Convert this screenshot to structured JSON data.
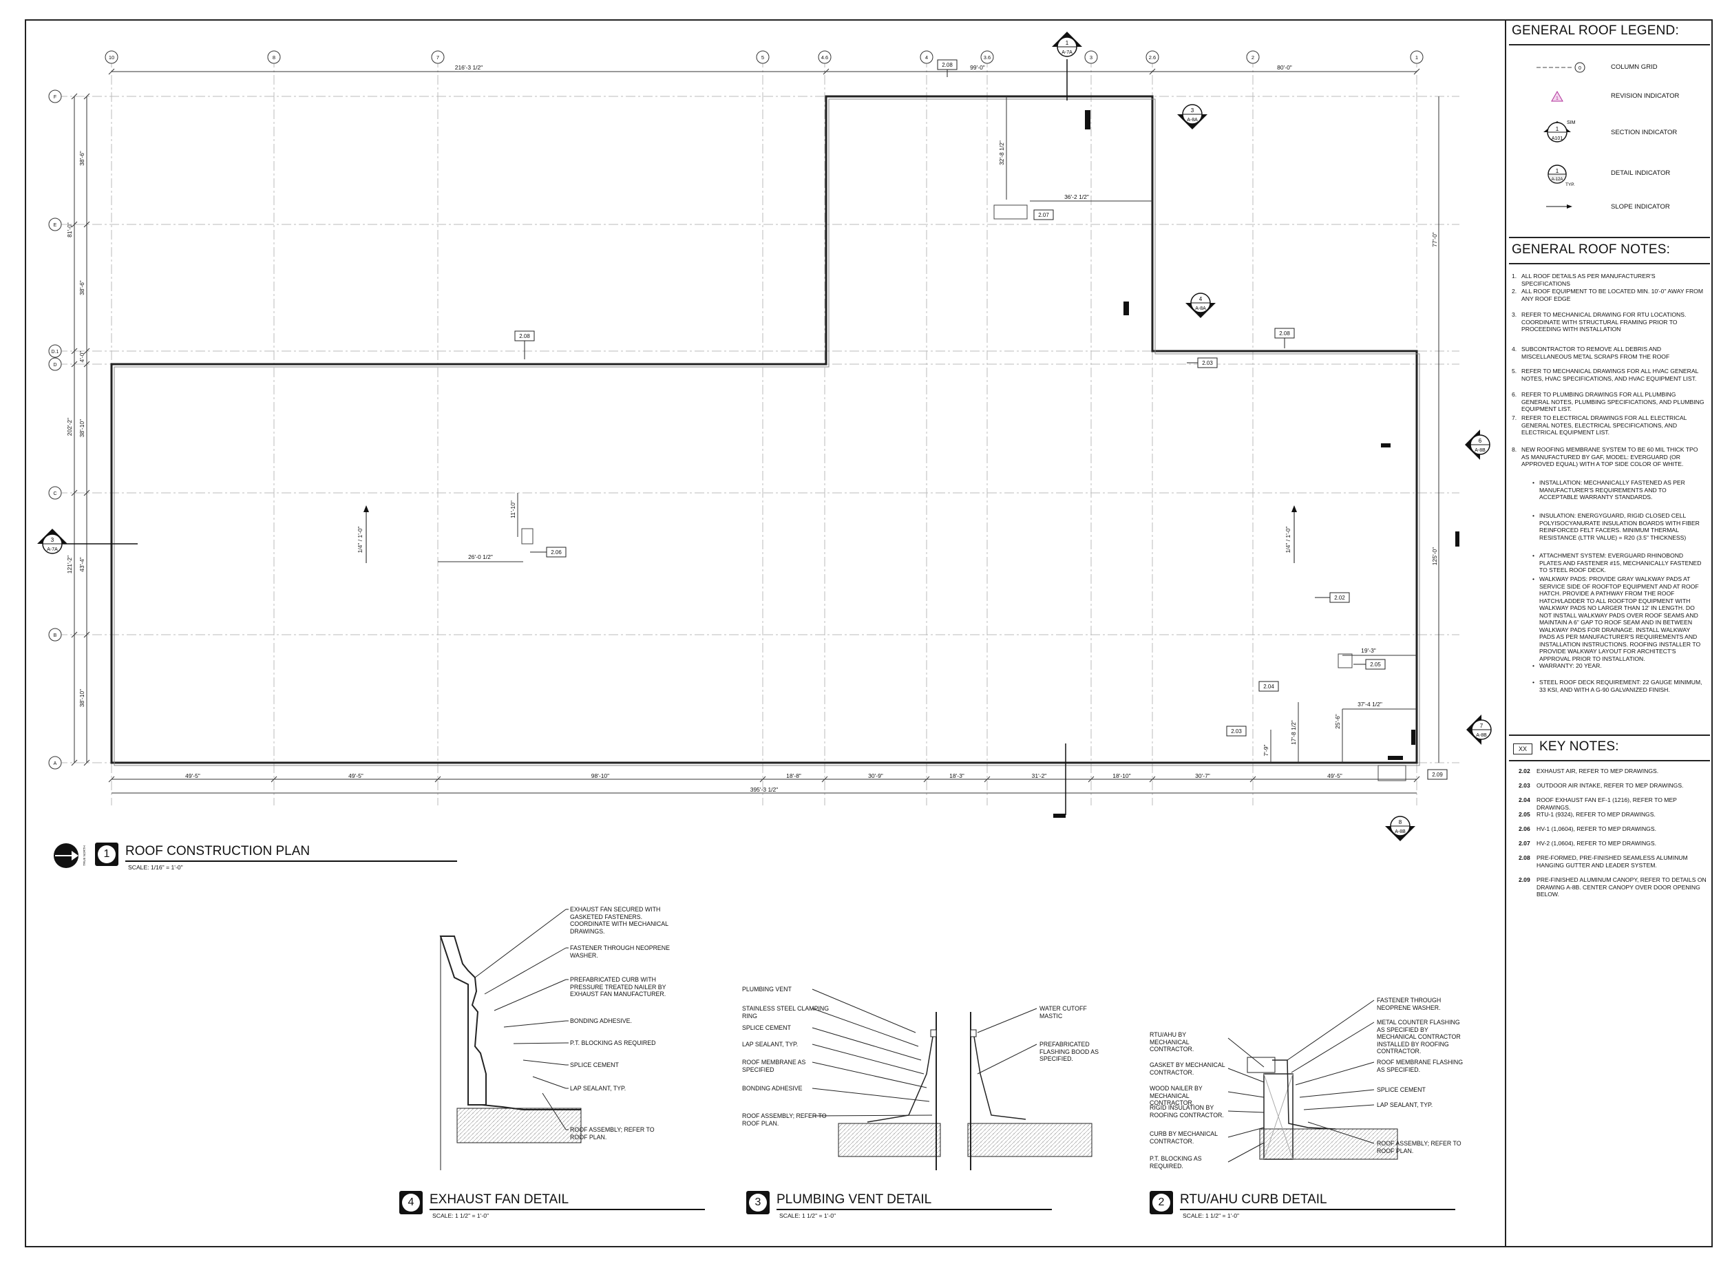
{
  "legend": {
    "title": "GENERAL ROOF LEGEND:",
    "items": [
      {
        "symbol": "column-grid",
        "label": "COLUMN GRID"
      },
      {
        "symbol": "revision",
        "label": "REVISION INDICATOR"
      },
      {
        "symbol": "section",
        "label": "SECTION INDICATOR",
        "tag_top": "SIM",
        "tag_num": "1",
        "tag_sheet": "A101"
      },
      {
        "symbol": "detail",
        "label": "DETAIL INDICATOR",
        "tag_num": "1",
        "tag_sheet": "A-12A",
        "tag_typ": "TYP."
      },
      {
        "symbol": "slope",
        "label": "SLOPE INDICATOR"
      }
    ]
  },
  "notes": {
    "title": "GENERAL ROOF NOTES:",
    "items": [
      {
        "n": "1.",
        "text": "ALL ROOF DETAILS AS PER MANUFACTURER'S SPECIFICATIONS"
      },
      {
        "n": "2.",
        "text": "ALL ROOF EQUIPMENT TO BE LOCATED MIN. 10'-0\" AWAY FROM ANY ROOF EDGE"
      },
      {
        "n": "3.",
        "text": "REFER TO MECHANICAL DRAWING FOR RTU LOCATIONS. COORDINATE WITH STRUCTURAL FRAMING PRIOR TO PROCEEDING WITH INSTALLATION"
      },
      {
        "n": "4.",
        "text": "SUBCONTRACTOR TO REMOVE ALL DEBRIS AND MISCELLANEOUS METAL SCRAPS FROM THE ROOF"
      },
      {
        "n": "5.",
        "text": "REFER TO MECHANICAL DRAWINGS FOR ALL HVAC GENERAL NOTES, HVAC SPECIFICATIONS, AND HVAC EQUIPMENT LIST."
      },
      {
        "n": "6.",
        "text": "REFER TO PLUMBING DRAWINGS FOR ALL PLUMBING GENERAL NOTES, PLUMBING SPECIFICATIONS, AND PLUMBING EQUIPMENT LIST."
      },
      {
        "n": "7.",
        "text": "REFER TO ELECTRICAL DRAWINGS FOR ALL ELECTRICAL GENERAL NOTES, ELECTRICAL SPECIFICATIONS, AND ELECTRICAL EQUIPMENT LIST."
      },
      {
        "n": "8.",
        "text": "NEW ROOFING MEMBRANE SYSTEM TO BE 60 MIL THICK TPO AS MANUFACTURED BY GAF, MODEL: EVERGUARD (OR APPROVED EQUAL) WITH A TOP SIDE COLOR OF WHITE."
      }
    ],
    "bullets": [
      "INSTALLATION: MECHANICALLY FASTENED AS PER MANUFACTURER'S REQUIREMENTS AND TO ACCEPTABLE WARRANTY STANDARDS.",
      "INSULATION: ENERGYGUARD, RIGID CLOSED CELL POLYISOCYANURATE INSULATION BOARDS WITH FIBER REINFORCED FELT FACERS. MINIMUM THERMAL RESISTANCE (LTTR VALUE) = R20 (3.5\" THICKNESS)",
      "ATTACHMENT SYSTEM: EVERGUARD RHINOBOND PLATES AND FASTENER #15, MECHANICALLY FASTENED TO STEEL ROOF DECK.",
      "WALKWAY PADS: PROVIDE GRAY WALKWAY PADS AT SERVICE SIDE OF ROOFTOP EQUIPMENT AND AT ROOF HATCH. PROVIDE A PATHWAY FROM THE ROOF HATCH/LADDER TO ALL ROOFTOP EQUIPMENT WITH WALKWAY PADS NO LARGER THAN 12' IN LENGTH. DO NOT INSTALL WALKWAY PADS OVER ROOF SEAMS AND MAINTAIN A 6\" GAP TO ROOF SEAM AND IN BETWEEN WALKWAY PADS FOR DRAINAGE. INSTALL WALKWAY PADS AS PER MANUFACTURER'S REQUIREMENTS AND INSTALLATION INSTRUCTIONS. ROOFING INSTALLER TO PROVIDE WALKWAY LAYOUT FOR ARCHITECT'S APPROVAL PRIOR TO INSTALLATION.",
      "WARRANTY: 20 YEAR.",
      "STEEL ROOF DECK REQUIREMENT: 22 GAUGE MINIMUM, 33 KSI, AND WITH A G-90 GALVANIZED FINISH."
    ]
  },
  "key_notes": {
    "tag": "XX",
    "title": "KEY NOTES:",
    "items": [
      {
        "code": "2.02",
        "text": "EXHAUST AIR, REFER TO MEP DRAWINGS."
      },
      {
        "code": "2.03",
        "text": "OUTDOOR AIR INTAKE, REFER TO MEP DRAWINGS."
      },
      {
        "code": "2.04",
        "text": "ROOF EXHAUST FAN EF-1 (1216), REFER TO MEP DRAWINGS."
      },
      {
        "code": "2.05",
        "text": "RTU-1 (9324), REFER TO MEP DRAWINGS."
      },
      {
        "code": "2.06",
        "text": "HV-1 (1,0604), REFER TO MEP DRAWINGS."
      },
      {
        "code": "2.07",
        "text": "HV-2 (1,0604), REFER TO MEP DRAWINGS."
      },
      {
        "code": "2.08",
        "text": "PRE-FORMED, PRE-FINISHED SEAMLESS ALUMINUM HANGING GUTTER AND LEADER SYSTEM."
      },
      {
        "code": "2.09",
        "text": "PRE-FINISHED ALUMINUM CANOPY, REFER TO DETAILS ON DRAWING A-8B. CENTER CANOPY OVER DOOR OPENING BELOW."
      }
    ]
  },
  "plan": {
    "title": "ROOF CONSTRUCTION PLAN",
    "number": "1",
    "scale": "SCALE: 1/16\" = 1'-0\"",
    "north_label": "TRUE NORTH",
    "col_grid": [
      "10",
      "8",
      "7",
      "5",
      "4.6",
      "4",
      "3.6",
      "3",
      "2.6",
      "2",
      "1"
    ],
    "row_grid": [
      "F",
      "E",
      "D.1",
      "D",
      "C",
      "B",
      "A"
    ],
    "top_dims": [
      "216'-3 1/2\"",
      "99'-0\"",
      "80'-0\""
    ],
    "bottom_dims": [
      "49'-5\"",
      "49'-5\"",
      "98'-10\"",
      "18'-8\"",
      "30'-9\"",
      "18'-3\"",
      "31'-2\"",
      "18'-10\"",
      "30'-7\"",
      "49'-5\""
    ],
    "bottom_total": "395'-3 1/2\"",
    "left_outer": [
      "81'-0\"",
      "202'-2\"",
      "121'-2\""
    ],
    "left_inner": [
      "38'-6\"",
      "38'-6\"",
      "4'-0\"",
      "38'-10\"",
      "43'-4\"",
      "38'-10\""
    ],
    "right_dims": [
      "77'-0\"",
      "125'-0\""
    ],
    "interior_dims": [
      "32'-8 1/2\"",
      "36'-2 1/2\"",
      "11'-10\"",
      "26'-0 1/2\"",
      "19'-3\"",
      "37'-4 1/2\"",
      "25'-6\"",
      "17'-8 1/2\"",
      "7'-9\""
    ],
    "slopes": [
      "1/4\" / 1'-0\"",
      "1/4\" / 1'-0\""
    ],
    "tags": [
      "2.08",
      "2.07",
      "2.08",
      "2.08",
      "2.03",
      "2.06",
      "2.02",
      "2.05",
      "2.04",
      "2.03",
      "2.09"
    ],
    "sections": [
      {
        "num": "1",
        "sheet": "A-7A"
      },
      {
        "num": "3",
        "sheet": "A-8A"
      },
      {
        "num": "4",
        "sheet": "A-8A"
      },
      {
        "num": "6",
        "sheet": "A-8B"
      },
      {
        "num": "7",
        "sheet": "A-8B"
      },
      {
        "num": "8",
        "sheet": "A-8B"
      },
      {
        "num": "3",
        "sheet": "A-7A"
      }
    ]
  },
  "details": {
    "exhaust_fan": {
      "number": "4",
      "title": "EXHAUST  FAN DETAIL",
      "scale": "SCALE: 1 1/2\" = 1'-0\"",
      "callouts": [
        "EXHAUST FAN SECURED WITH GASKETED FASTENERS. COORDINATE WITH MECHANICAL DRAWINGS.",
        "FASTENER THROUGH NEOPRENE WASHER.",
        "PREFABRICATED CURB WITH PRESSURE TREATED NAILER BY EXHAUST FAN MANUFACTURER.",
        "BONDING ADHESIVE.",
        "P.T. BLOCKING AS REQUIRED",
        "SPLICE CEMENT",
        "LAP SEALANT, TYP.",
        "ROOF ASSEMBLY; REFER TO ROOF PLAN."
      ]
    },
    "plumbing_vent": {
      "number": "3",
      "title": "PLUMBING VENT DETAIL",
      "scale": "SCALE: 1 1/2\" = 1'-0\"",
      "callouts_left": [
        "PLUMBING VENT",
        "STAINLESS STEEL CLAMPING RING",
        "SPLICE CEMENT",
        "LAP SEALANT, TYP.",
        "ROOF MEMBRANE AS SPECIFIED",
        "BONDING ADHESIVE",
        "ROOF ASSEMBLY; REFER TO ROOF PLAN."
      ],
      "callouts_right": [
        "WATER CUTOFF MASTIC",
        "PREFABRICATED FLASHING BOOD AS SPECIFIED."
      ]
    },
    "rtu_curb": {
      "number": "2",
      "title": "RTU/AHU CURB DETAIL",
      "scale": "SCALE: 1 1/2\" = 1'-0\"",
      "callouts_left": [
        "RTU/AHU BY MECHANICAL CONTRACTOR.",
        "GASKET BY MECHANICAL CONTRACTOR.",
        "WOOD NAILER BY MECHANICAL CONTRACTOR.",
        "RIGID INSULATION BY ROOFING CONTRACTOR.",
        "CURB BY MECHANICAL CONTRACTOR.",
        "P.T. BLOCKING AS REQUIRED."
      ],
      "callouts_right": [
        "FASTENER THROUGH NEOPRENE WASHER.",
        "METAL COUNTER FLASHING AS SPECIFIED BY MECHANICAL CONTRACTOR INSTALLED BY ROOFING CONTRACTOR.",
        "ROOF MEMBRANE FLASHING AS SPECIFIED.",
        "SPLICE CEMENT",
        "LAP SEALANT, TYP.",
        "ROOF ASSEMBLY; REFER TO ROOF PLAN."
      ]
    }
  }
}
